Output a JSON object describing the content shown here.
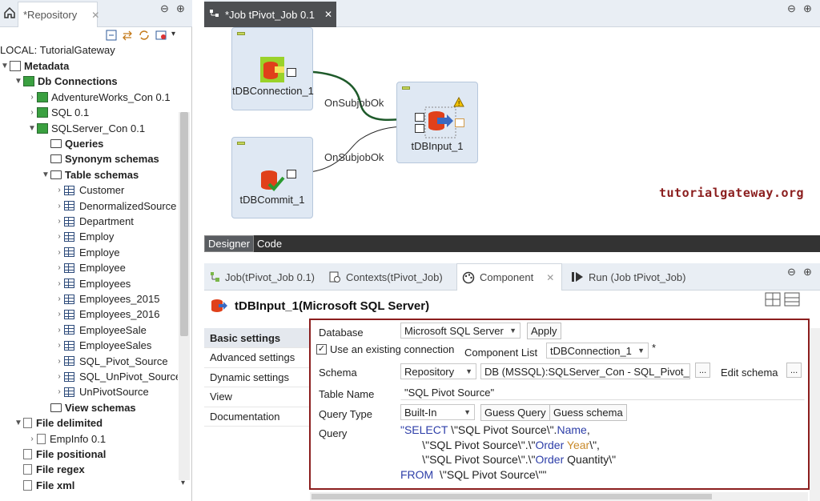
{
  "repo": {
    "tab_label": "*Repository",
    "local_label": "LOCAL: TutorialGateway",
    "tree": [
      {
        "label": "Metadata",
        "bold": true,
        "indent": 0,
        "twisty": "▼",
        "icon": "metadata"
      },
      {
        "label": "Db Connections",
        "bold": true,
        "indent": 1,
        "twisty": "▼",
        "icon": "db-conn"
      },
      {
        "label": "AdventureWorks_Con 0.1",
        "bold": false,
        "indent": 2,
        "twisty": "›",
        "icon": "connection"
      },
      {
        "label": "SQL 0.1",
        "bold": false,
        "indent": 2,
        "twisty": "›",
        "icon": "connection"
      },
      {
        "label": "SQLServer_Con 0.1",
        "bold": false,
        "indent": 2,
        "twisty": "▼",
        "icon": "connection"
      },
      {
        "label": "Queries",
        "bold": true,
        "indent": 3,
        "twisty": "",
        "icon": "folder"
      },
      {
        "label": "Synonym schemas",
        "bold": true,
        "indent": 3,
        "twisty": "",
        "icon": "folder"
      },
      {
        "label": "Table schemas",
        "bold": true,
        "indent": 3,
        "twisty": "▼",
        "icon": "folder"
      },
      {
        "label": "Customer",
        "bold": false,
        "indent": 4,
        "twisty": "›",
        "icon": "table"
      },
      {
        "label": "DenormalizedSource",
        "bold": false,
        "indent": 4,
        "twisty": "›",
        "icon": "table"
      },
      {
        "label": "Department",
        "bold": false,
        "indent": 4,
        "twisty": "›",
        "icon": "table"
      },
      {
        "label": "Employ",
        "bold": false,
        "indent": 4,
        "twisty": "›",
        "icon": "table"
      },
      {
        "label": "Employe",
        "bold": false,
        "indent": 4,
        "twisty": "›",
        "icon": "table"
      },
      {
        "label": "Employee",
        "bold": false,
        "indent": 4,
        "twisty": "›",
        "icon": "table"
      },
      {
        "label": "Employees",
        "bold": false,
        "indent": 4,
        "twisty": "›",
        "icon": "table"
      },
      {
        "label": "Employees_2015",
        "bold": false,
        "indent": 4,
        "twisty": "›",
        "icon": "table"
      },
      {
        "label": "Employees_2016",
        "bold": false,
        "indent": 4,
        "twisty": "›",
        "icon": "table"
      },
      {
        "label": "EmployeeSale",
        "bold": false,
        "indent": 4,
        "twisty": "›",
        "icon": "table"
      },
      {
        "label": "EmployeeSales",
        "bold": false,
        "indent": 4,
        "twisty": "›",
        "icon": "table"
      },
      {
        "label": "SQL_Pivot_Source",
        "bold": false,
        "indent": 4,
        "twisty": "›",
        "icon": "table"
      },
      {
        "label": "SQL_UnPivot_Source",
        "bold": false,
        "indent": 4,
        "twisty": "›",
        "icon": "table"
      },
      {
        "label": "UnPivotSource",
        "bold": false,
        "indent": 4,
        "twisty": "›",
        "icon": "table"
      },
      {
        "label": "View schemas",
        "bold": true,
        "indent": 3,
        "twisty": "",
        "icon": "folder"
      },
      {
        "label": "File delimited",
        "bold": true,
        "indent": 1,
        "twisty": "▼",
        "icon": "file"
      },
      {
        "label": "EmpInfo 0.1",
        "bold": false,
        "indent": 2,
        "twisty": "›",
        "icon": "file"
      },
      {
        "label": "File positional",
        "bold": true,
        "indent": 1,
        "twisty": "",
        "icon": "file"
      },
      {
        "label": "File regex",
        "bold": true,
        "indent": 1,
        "twisty": "",
        "icon": "file"
      },
      {
        "label": "File xml",
        "bold": true,
        "indent": 1,
        "twisty": "",
        "icon": "file"
      }
    ]
  },
  "editor": {
    "job_tab": "*Job tPivot_Job 0.1",
    "components": {
      "conn": "tDBConnection_1",
      "commit": "tDBCommit_1",
      "input": "tDBInput_1"
    },
    "link1": "OnSubjobOk",
    "link2": "OnSubjobOk",
    "watermark": "tutorialgateway.org",
    "designer_tab": "Designer",
    "code_tab": "Code"
  },
  "bottom": {
    "tabs": [
      "Job(tPivot_Job 0.1)",
      "Contexts(tPivot_Job)",
      "Component",
      "Run (Job tPivot_Job)"
    ],
    "title": "tDBInput_1(Microsoft SQL Server)",
    "nav": [
      "Basic settings",
      "Advanced settings",
      "Dynamic settings",
      "View",
      "Documentation"
    ],
    "form": {
      "database_label": "Database",
      "database_value": "Microsoft SQL Server",
      "apply": "Apply",
      "use_existing": "Use an existing connection",
      "component_list_label": "Component List",
      "component_list_value": "tDBConnection_1",
      "required_mark": "*",
      "schema_label": "Schema",
      "schema_type": "Repository",
      "schema_value": "DB (MSSQL):SQLServer_Con - SQL_Pivot_Sou",
      "more": "...",
      "edit_schema": "Edit schema",
      "table_name_label": "Table Name",
      "table_name_value": "\"SQL Pivot Source\"",
      "query_type_label": "Query Type",
      "query_type_value": "Built-In",
      "guess_query": "Guess Query",
      "guess_schema": "Guess schema",
      "query_label": "Query",
      "query_lines": [
        "\"SELECT \\\"SQL Pivot Source\\\".Name,",
        "       \\\"SQL Pivot Source\\\".\\\"Order Year\\\",",
        "       \\\"SQL Pivot Source\\\".\\\"Order Quantity\\\"",
        "FROM  \\\"SQL Pivot Source\\\"\""
      ]
    }
  }
}
